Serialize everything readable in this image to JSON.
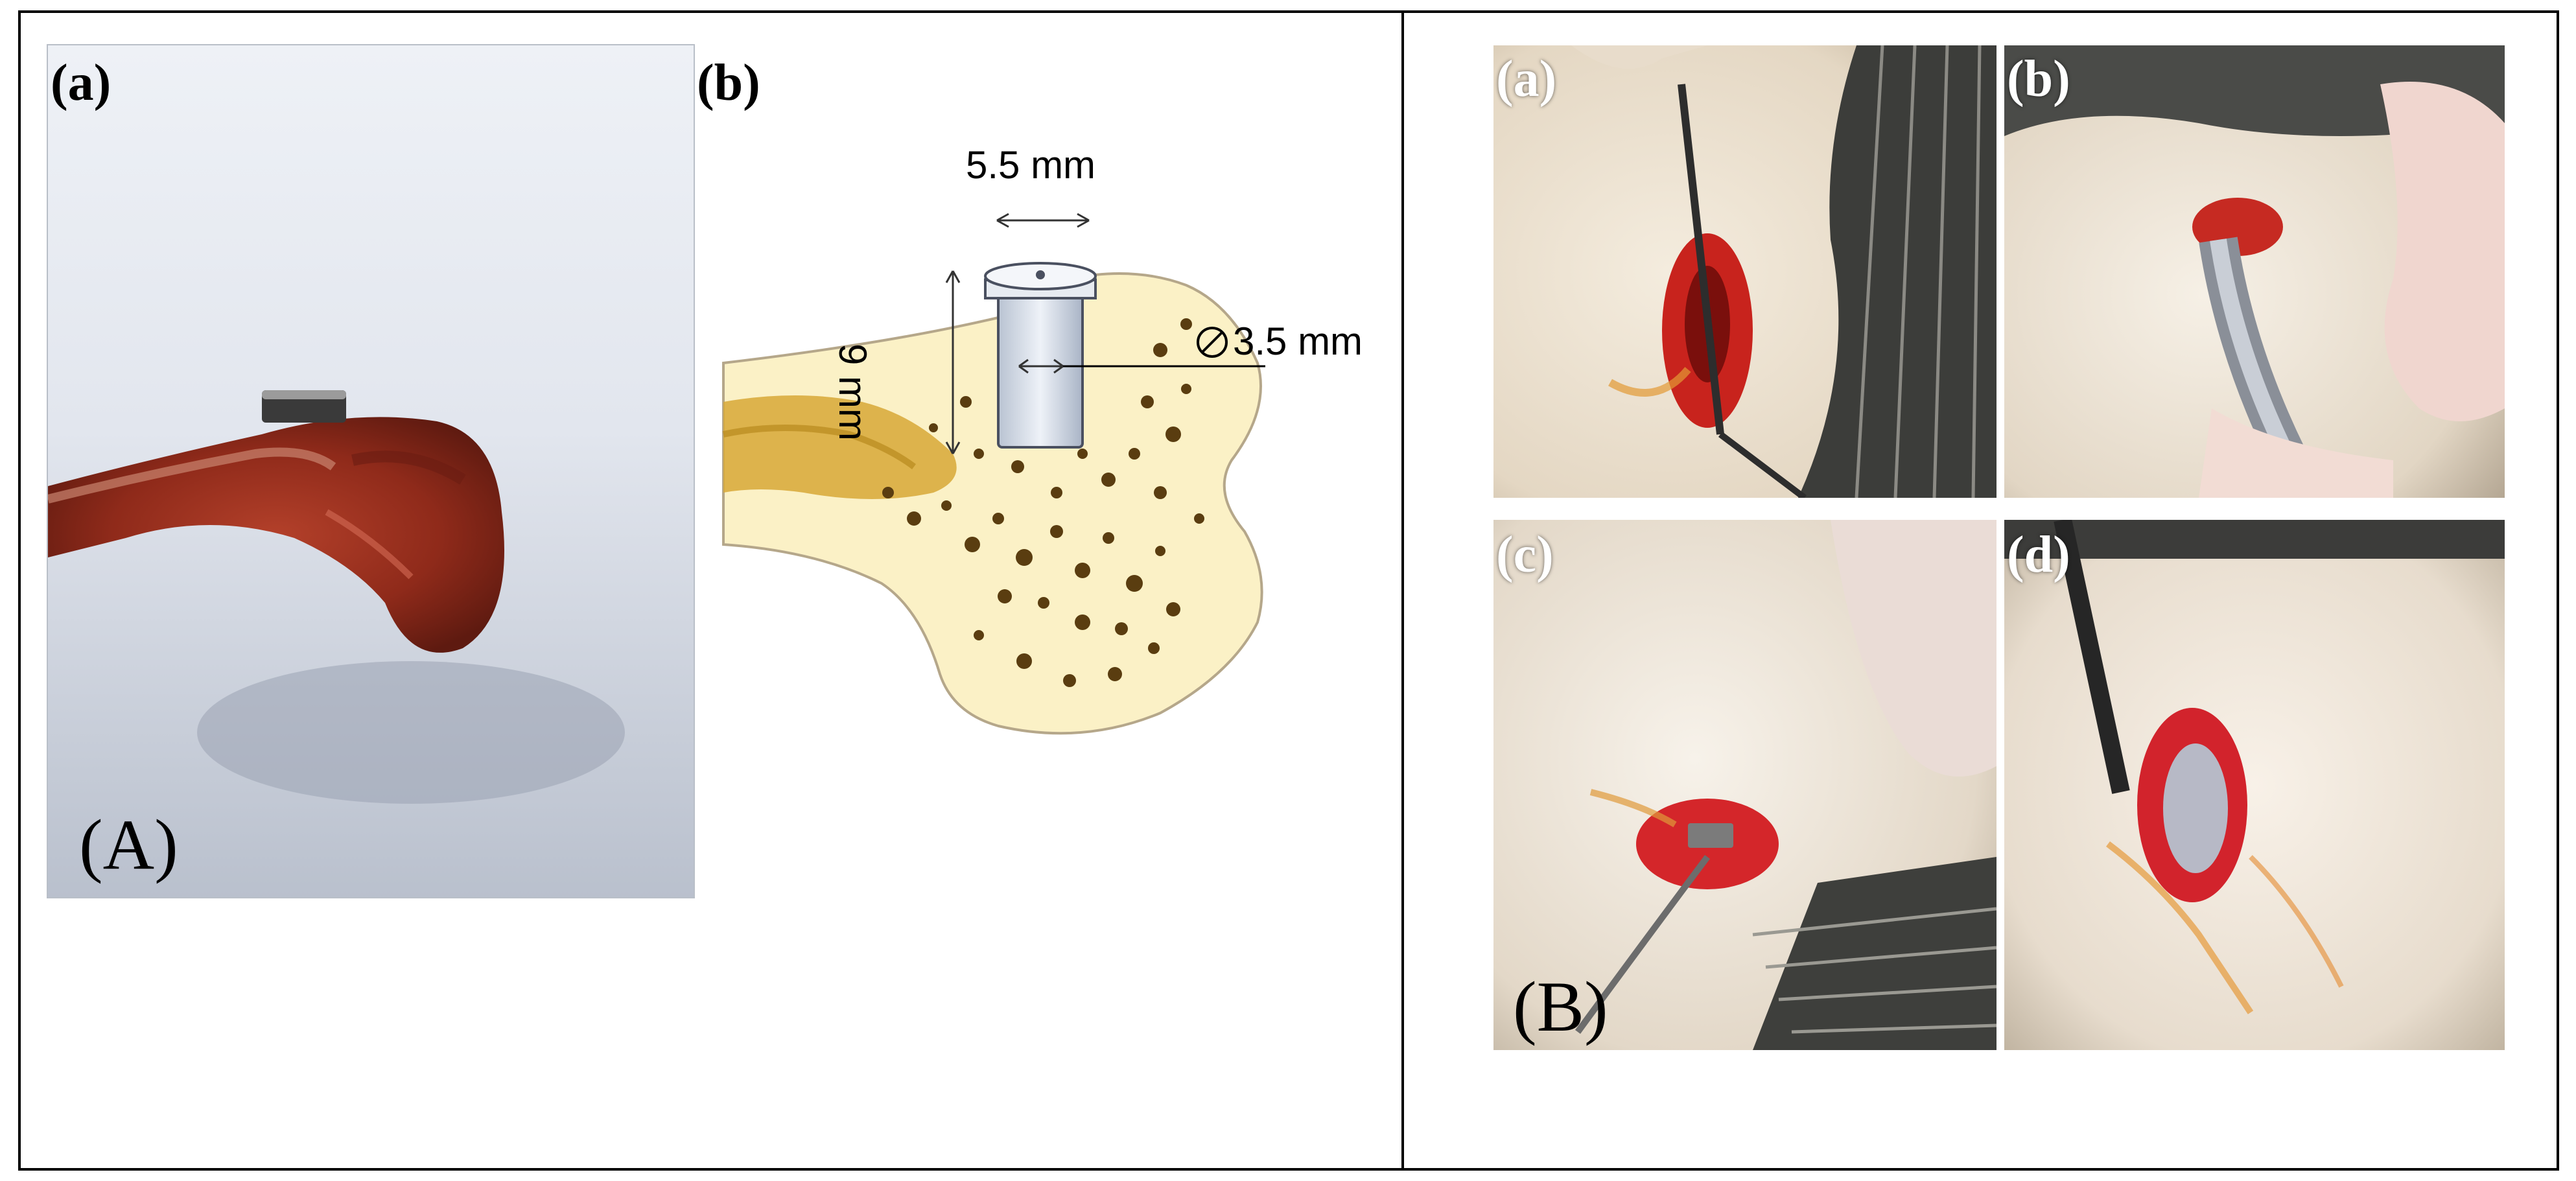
{
  "figure": {
    "part_A": {
      "panel_a_label": "(a)",
      "panel_b_label": "(b)",
      "part_label": "(A)",
      "dimensions": {
        "width": "5.5 mm",
        "depth": "9 mm",
        "diameter": "3.5 mm"
      }
    },
    "part_B": {
      "panels": [
        {
          "label": "(a)"
        },
        {
          "label": "(b)"
        },
        {
          "label": "(c)"
        },
        {
          "label": "(d)"
        }
      ],
      "part_label": "(B)"
    }
  }
}
